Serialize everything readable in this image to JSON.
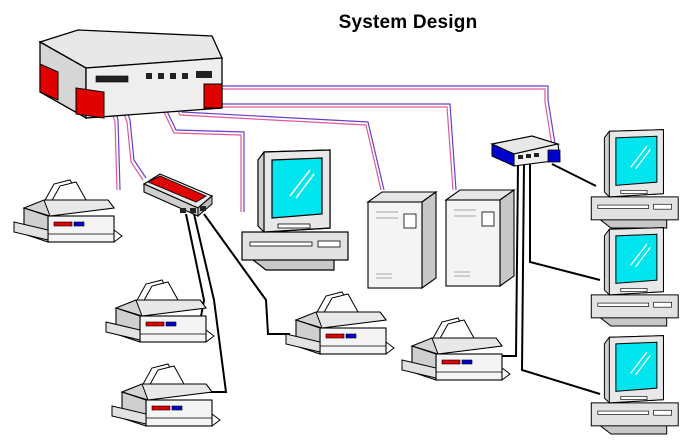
{
  "diagram": {
    "title": "System Design"
  },
  "colors": {
    "cable_purple": "#6a3fd0",
    "cable_pink": "#e05a9c",
    "accent_red": "#e00000",
    "accent_blue": "#0000d0",
    "screen_cyan": "#00e5ee",
    "device_gray": "#d8d8d8",
    "outline": "#000000"
  },
  "nodes": [
    {
      "id": "main-hub",
      "icon": "network-hub-icon"
    },
    {
      "id": "hub-2",
      "icon": "network-hub-icon"
    },
    {
      "id": "hub-3",
      "icon": "network-hub-icon"
    },
    {
      "id": "workstation-center",
      "icon": "computer-icon"
    },
    {
      "id": "workstation-right-1",
      "icon": "computer-icon"
    },
    {
      "id": "workstation-right-2",
      "icon": "computer-icon"
    },
    {
      "id": "workstation-right-3",
      "icon": "computer-icon"
    },
    {
      "id": "server-1",
      "icon": "server-tower-icon"
    },
    {
      "id": "server-2",
      "icon": "server-tower-icon"
    },
    {
      "id": "printer-top-left",
      "icon": "printer-icon"
    },
    {
      "id": "printer-mid-left",
      "icon": "printer-icon"
    },
    {
      "id": "printer-bottom-left",
      "icon": "printer-icon"
    },
    {
      "id": "printer-center",
      "icon": "printer-icon"
    },
    {
      "id": "printer-right",
      "icon": "printer-icon"
    }
  ]
}
